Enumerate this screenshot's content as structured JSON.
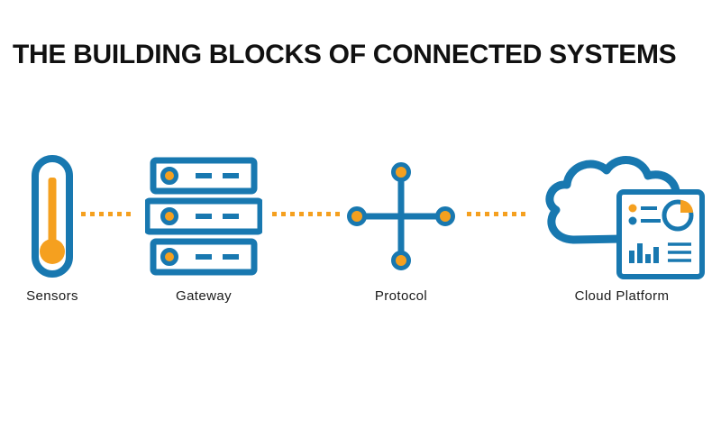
{
  "title": "THE BUILDING BLOCKS OF CONNECTED SYSTEMS",
  "colors": {
    "blue": "#1878b0",
    "orange": "#f5a01f"
  },
  "nodes": [
    {
      "label": "Sensors",
      "icon": "thermometer-icon"
    },
    {
      "label": "Gateway",
      "icon": "server-stack-icon"
    },
    {
      "label": "Protocol",
      "icon": "network-node-icon"
    },
    {
      "label": "Cloud Platform",
      "icon": "cloud-dashboard-icon"
    }
  ],
  "connectors": {
    "style": "dotted",
    "count": 3
  }
}
